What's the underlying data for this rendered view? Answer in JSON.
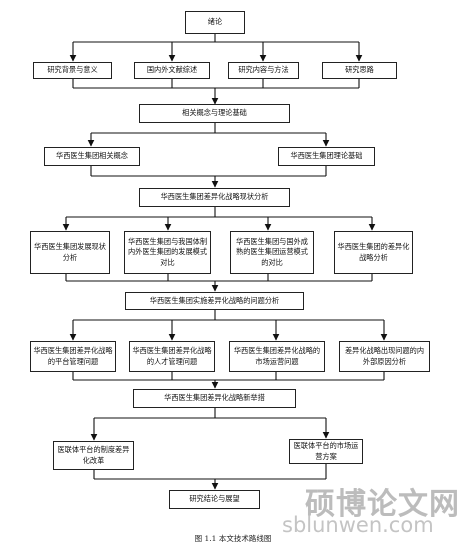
{
  "nodes": {
    "intro": "绪论",
    "background": "研究背景与意义",
    "literature": "国内外文献综述",
    "content_method": "研究内容与方法",
    "approach": "研究思路",
    "theory": "相关概念与理论基础",
    "concepts": "华西医生集团相关概念",
    "foundation": "华西医生集团理论基础",
    "status": "华西医生集团差异化战略现状分析",
    "dev_status": "华西医生集团发展现状分析",
    "domestic_comp": "华西医生集团与我国体制内外医生集团的发展模式对比",
    "foreign_comp": "华西医生集团与国外成熟的医生集团运营模式的对比",
    "strategy_analysis": "华西医生集团的差异化战略分析",
    "problems": "华西医生集团实施差异化战略的问题分析",
    "platform_issue": "华西医生集团差异化战略的平台管理问题",
    "talent_issue": "华西医生集团差异化战略的人才管理问题",
    "market_issue": "华西医生集团差异化战略的市场运营问题",
    "cause_analysis": "差异化战略出现问题的内外部原因分析",
    "measures": "华西医生集团差异化战略新举措",
    "system_reform": "医联体平台的制度差异化改革",
    "market_plan": "医联体平台的市场运营方案",
    "conclusion": "研究结论与展望"
  },
  "watermark": {
    "cn": "硕博论文网",
    "url": "sblunwen.com"
  },
  "caption": "图 1.1  本文技术路线图"
}
